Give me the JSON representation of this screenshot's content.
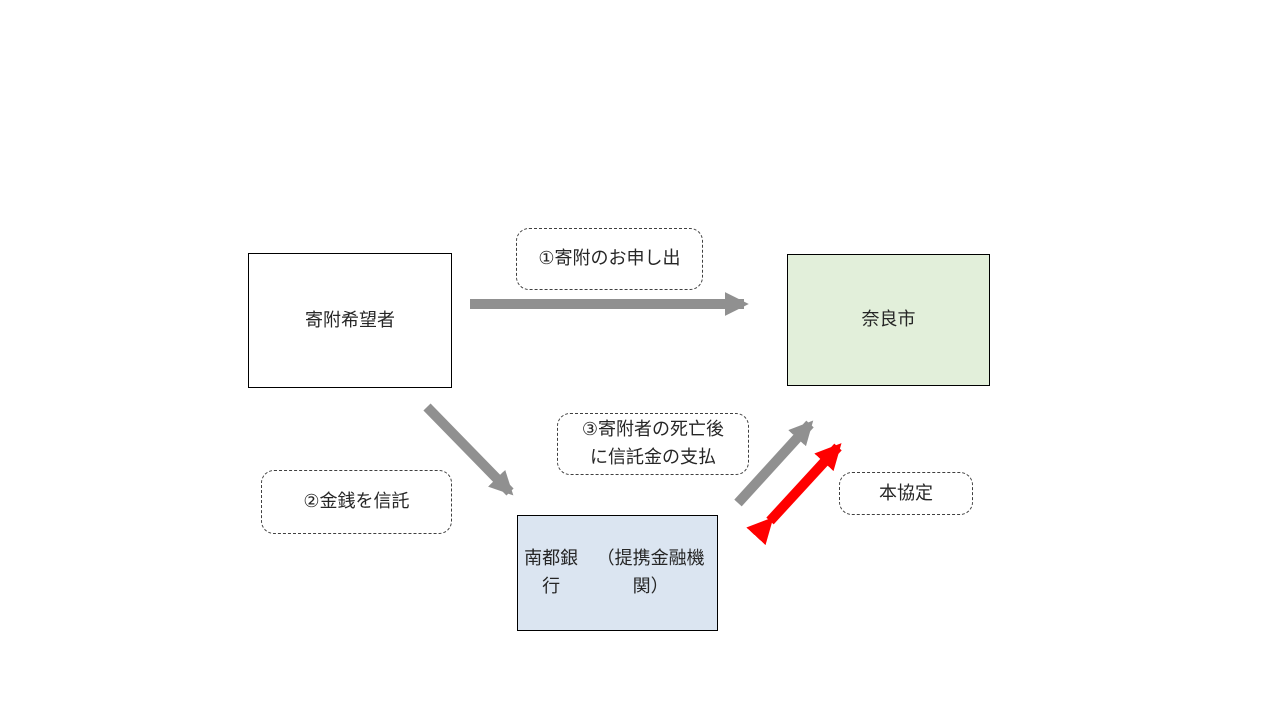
{
  "diagram": {
    "title": "donation-trust-scheme",
    "nodes": {
      "donor": {
        "label": "寄附希望者",
        "bg": "#ffffff"
      },
      "nara": {
        "label": "奈良市",
        "bg": "#e2efda"
      },
      "bank": {
        "label_line1": "南都銀行",
        "label_line2": "（提携金融機関）",
        "bg": "#dbe5f1"
      }
    },
    "labels": {
      "step1": "①寄附のお申し出",
      "step2": "②金銭を信託",
      "step3_line1": "③寄附者の死亡後",
      "step3_line2": "に信託金の支払",
      "agreement": "本協定"
    },
    "colors": {
      "arrow_gray": "#909090",
      "arrow_red": "#ff0000",
      "node_border": "#000000",
      "label_border": "#404040"
    }
  }
}
